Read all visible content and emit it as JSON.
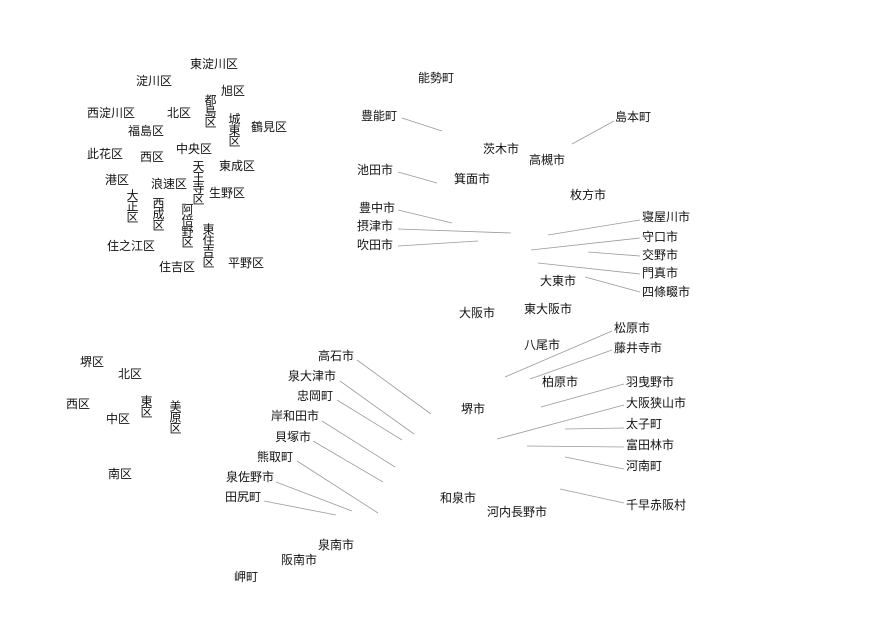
{
  "osaka_city_wards": {
    "higashiyodogawa": "東淀川区",
    "yodogawa": "淀川区",
    "nishiyodogawa": "西淀川区",
    "kita": "北区",
    "miyakojima": "都島区",
    "asahi": "旭区",
    "joto": "城東区",
    "tsurumi": "鶴見区",
    "fukushima": "福島区",
    "konohana": "此花区",
    "nishi": "西区",
    "chuo": "中央区",
    "tennoji": "天王寺区",
    "higashinari": "東成区",
    "minato": "港区",
    "naniwa": "浪速区",
    "ikuno": "生野区",
    "taisho": "大正区",
    "nishinari": "西成区",
    "abeno": "阿倍野区",
    "higashisumiyoshi": "東住吉区",
    "suminoe": "住之江区",
    "sumiyoshi": "住吉区",
    "hirano": "平野区"
  },
  "sakai_city_wards": {
    "sakai": "堺区",
    "kita": "北区",
    "nishi": "西区",
    "higashi": "東区",
    "naka": "中区",
    "mihara": "美原区",
    "minami": "南区"
  },
  "municipalities": {
    "nose": "能勢町",
    "toyono": "豊能町",
    "shimamoto": "島本町",
    "ibaraki": "茨木市",
    "takatsuki": "高槻市",
    "ikeda": "池田市",
    "minoh": "箕面市",
    "hirakata": "枚方市",
    "toyonaka": "豊中市",
    "settsu": "摂津市",
    "suita": "吹田市",
    "neyagawa": "寝屋川市",
    "moriguchi": "守口市",
    "katano": "交野市",
    "kadoma": "門真市",
    "shijonawate": "四條畷市",
    "daito": "大東市",
    "osaka": "大阪市",
    "higashiosaka": "東大阪市",
    "matsubara": "松原市",
    "fujiidera": "藤井寺市",
    "yao": "八尾市",
    "takaishi": "高石市",
    "izumiotsu": "泉大津市",
    "tadaoka": "忠岡町",
    "kashiwara": "柏原市",
    "habikino": "羽曳野市",
    "osakasayama": "大阪狭山市",
    "sakai": "堺市",
    "kishiwada": "岸和田市",
    "taishi": "太子町",
    "kaizuka": "貝塚市",
    "tondabayashi": "富田林市",
    "kumatori": "熊取町",
    "kanan": "河南町",
    "izumisano": "泉佐野市",
    "tajiri": "田尻町",
    "izumi": "和泉市",
    "kawachinagano": "河内長野市",
    "chihayaakasaka": "千早赤阪村",
    "sennan": "泉南市",
    "hannan": "阪南市",
    "misaki": "岬町"
  }
}
